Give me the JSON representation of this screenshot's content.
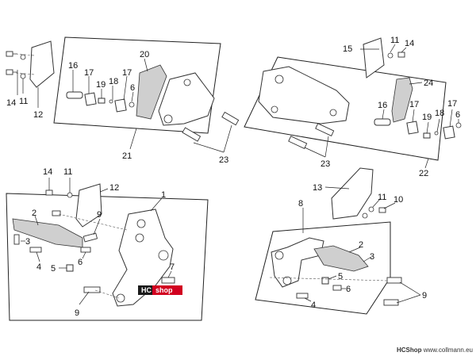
{
  "callouts": {
    "tl": [
      "14",
      "11",
      "12",
      "16",
      "17",
      "19",
      "18",
      "17",
      "6",
      "20",
      "21",
      "23"
    ],
    "tr": [
      "15",
      "11",
      "14",
      "24",
      "16",
      "17",
      "19",
      "18",
      "17",
      "6",
      "23",
      "22"
    ],
    "bl": [
      "14",
      "11",
      "12",
      "1",
      "2",
      "9",
      "3",
      "4",
      "5",
      "6",
      "7",
      "9"
    ],
    "br": [
      "13",
      "11",
      "10",
      "8",
      "2",
      "3",
      "5",
      "6",
      "4",
      "9"
    ]
  },
  "badge": {
    "brand": "HC",
    "word": "shop"
  },
  "footer": {
    "brand": "HCShop",
    "url": "www.collmann.eu"
  },
  "colors": {
    "badge_bg": "#d1001f",
    "badge_dark": "#1a1a1a",
    "line": "#222222"
  }
}
